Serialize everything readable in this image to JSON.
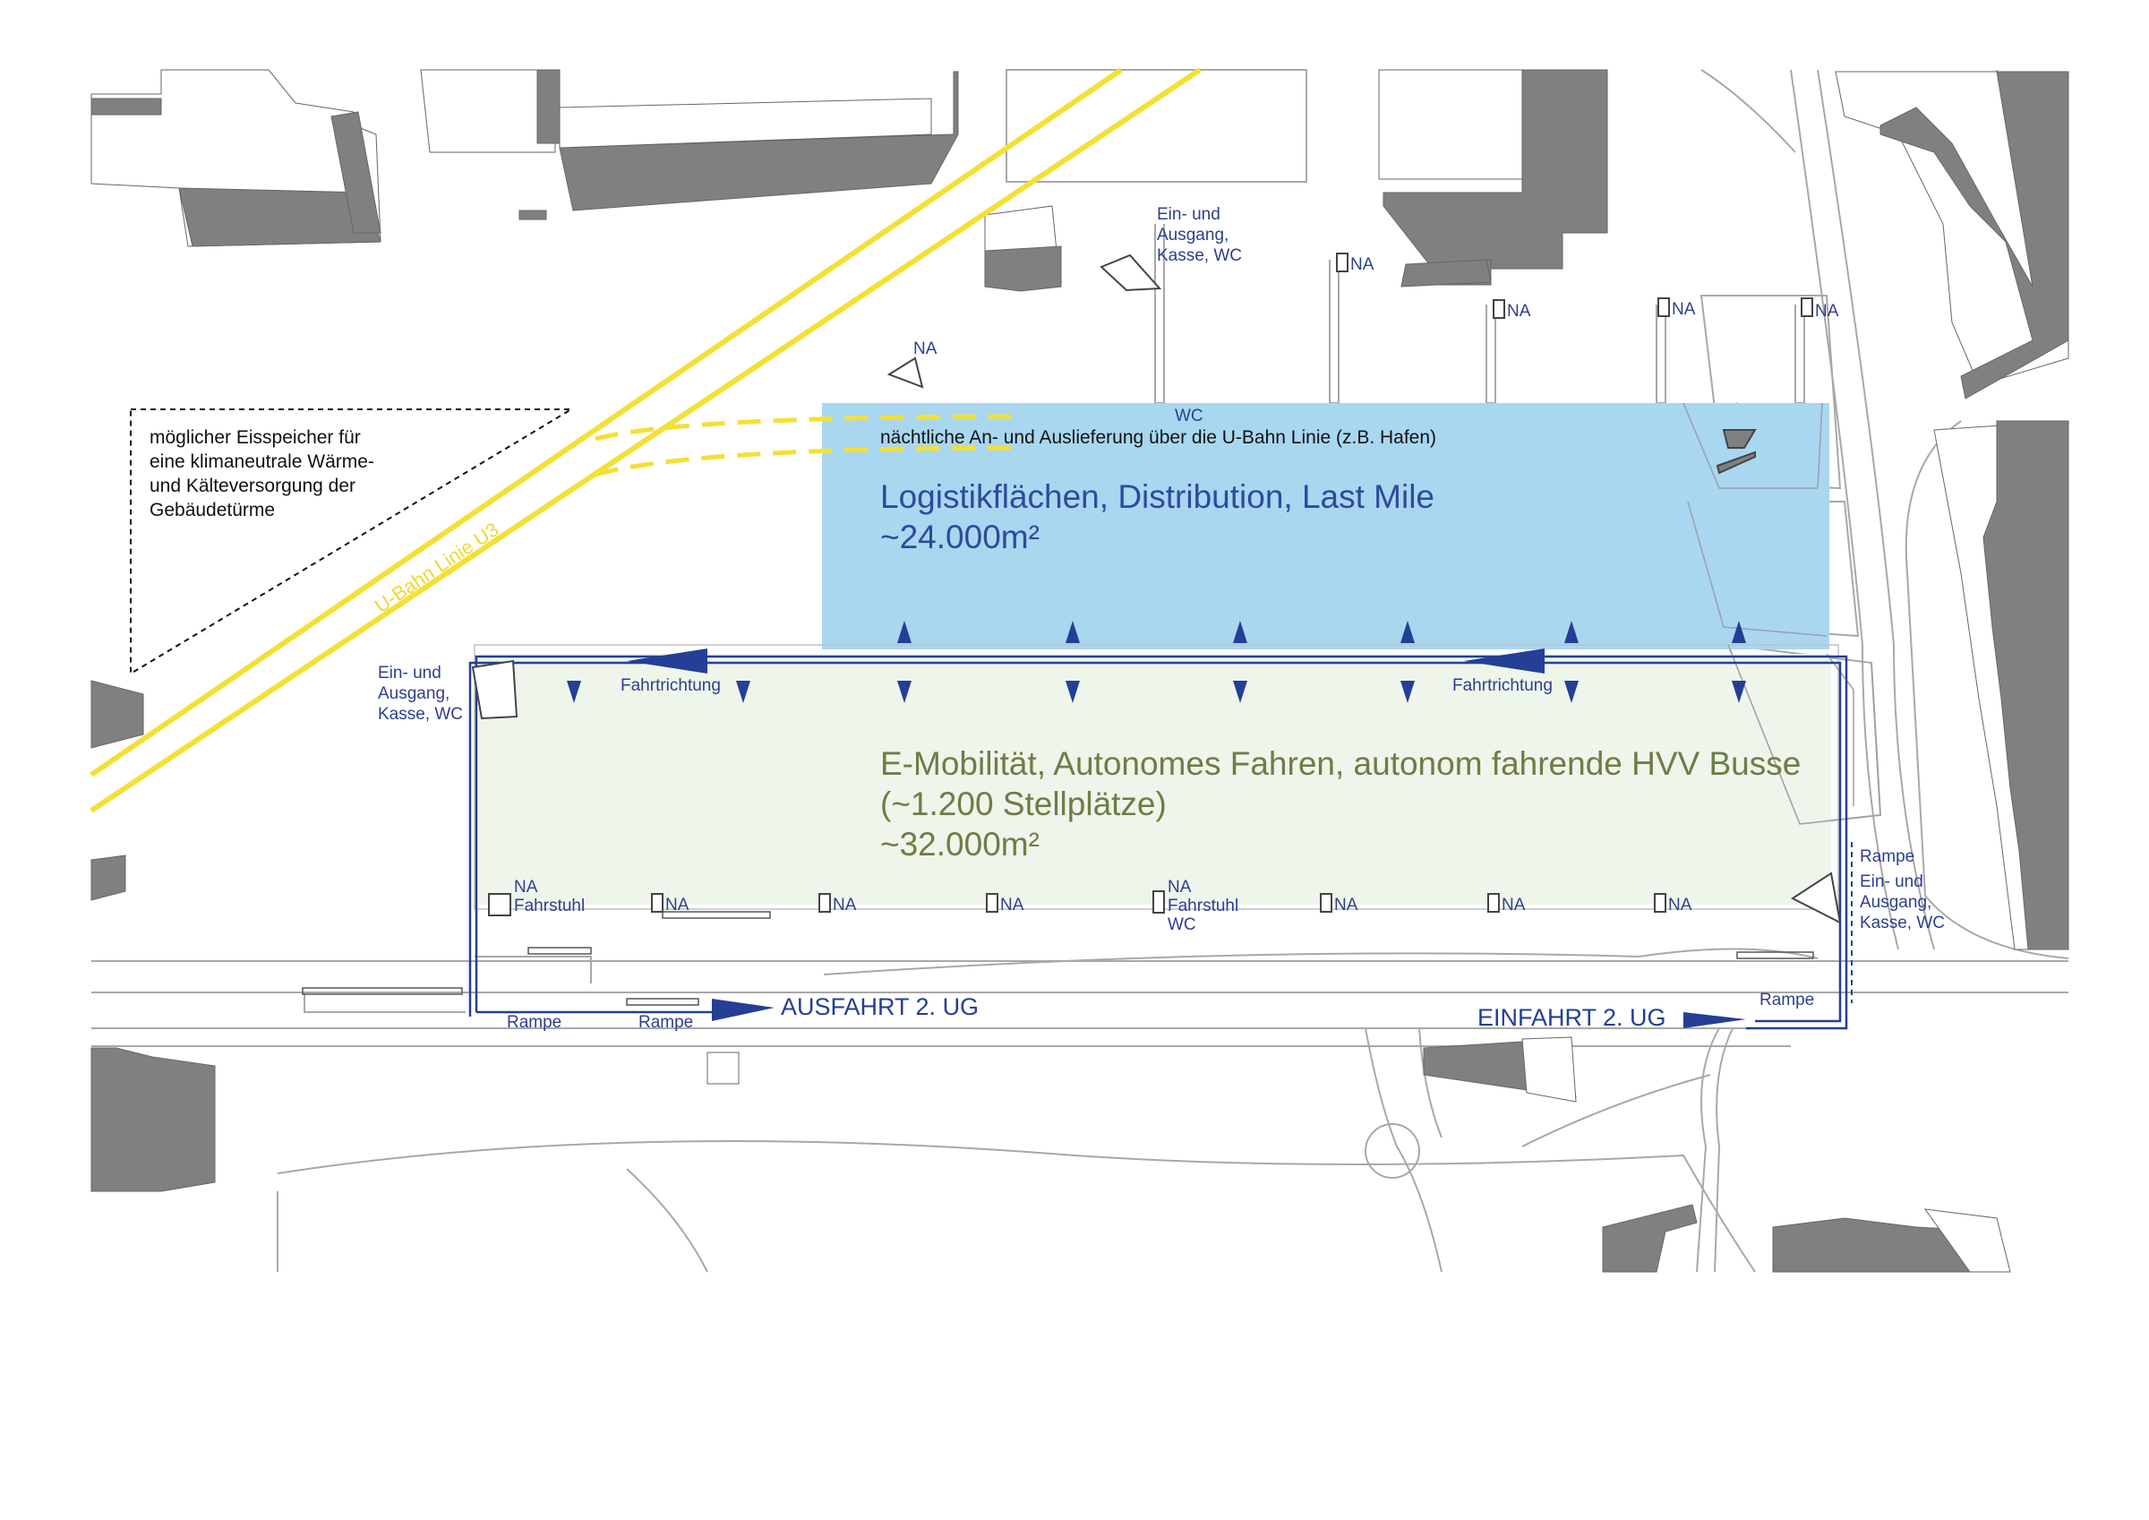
{
  "colors": {
    "logistics_fill": "#a9d7f0",
    "emobility_fill": "#eef5ea",
    "logistics_text": "#2f4a9c",
    "emobility_text": "#6b7e46",
    "arrow_blue": "#233f96",
    "rail_yellow": "#f4e034",
    "building_grey": "#808080"
  },
  "zones": {
    "logistics": {
      "title": "Logistikflächen, Distribution, Last Mile",
      "area": "~24.000m²"
    },
    "emobility": {
      "title": "E-Mobilität, Autonomes Fahren, autonom fahrende HVV Busse",
      "capacity": "(~1.200 Stellplätze)",
      "area": "~32.000m²"
    }
  },
  "notes": {
    "ice_storage": [
      "möglicher Eisspeicher für",
      "eine klimaneutrale Wärme-",
      "und Kälteversorgung der",
      "Gebäudetürme"
    ],
    "night_delivery": "nächtliche An- und Auslieferung über die U-Bahn Linie (z.B. Hafen)",
    "subway_line": "U-Bahn Linie U3"
  },
  "labels": {
    "entrance_lines": [
      "Ein- und",
      "Ausgang,",
      "Kasse, WC"
    ],
    "wc": "WC",
    "na": "NA",
    "elevator": "Fahrstuhl",
    "ramp": "Rampe",
    "direction": "Fahrtrichtung",
    "exit_2ug": "AUSFAHRT 2. UG",
    "entry_2ug": "EINFAHRT 2. UG"
  }
}
